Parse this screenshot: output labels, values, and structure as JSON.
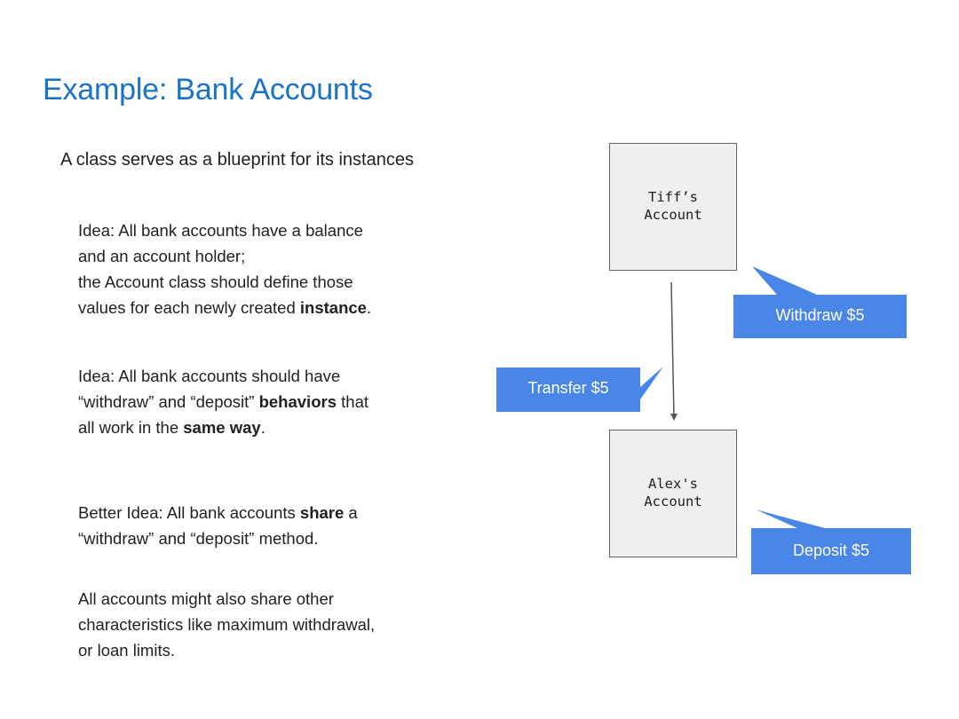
{
  "slide": {
    "title": "Example: Bank Accounts",
    "subtitle": "A class serves as a blueprint for its instances"
  },
  "paragraphs": {
    "p1": {
      "line1": "Idea: All bank accounts have a balance",
      "line2": "and an account holder;",
      "line3": "the Account class should define those",
      "line4_pre": "values for each newly created ",
      "line4_bold": "instance",
      "line4_post": "."
    },
    "p2": {
      "line1": "Idea: All bank accounts should have",
      "line2_pre": "“withdraw” and “deposit” ",
      "line2_bold": "behaviors",
      "line2_post": " that",
      "line3_pre": "all work in the ",
      "line3_bold": "same way",
      "line3_post": "."
    },
    "p3": {
      "line1_pre": "Better Idea: All bank accounts ",
      "line1_bold": "share",
      "line1_post": " a",
      "line2": "“withdraw” and “deposit” method."
    },
    "p4": {
      "line1": "All accounts might also share other",
      "line2": "characteristics like maximum withdrawal,",
      "line3": "or loan limits."
    }
  },
  "diagram": {
    "box_tiff": {
      "line1": "Tiff’s",
      "line2": "Account"
    },
    "box_alex": {
      "line1": "Alex's",
      "line2": "Account"
    },
    "callout_withdraw": "Withdraw $5",
    "callout_transfer": "Transfer $5",
    "callout_deposit": "Deposit $5",
    "colors": {
      "callout_fill": "#4a86e8",
      "title": "#1b73c8",
      "box_fill": "#efefef",
      "box_border": "#666666",
      "arrow": "#555555"
    }
  }
}
